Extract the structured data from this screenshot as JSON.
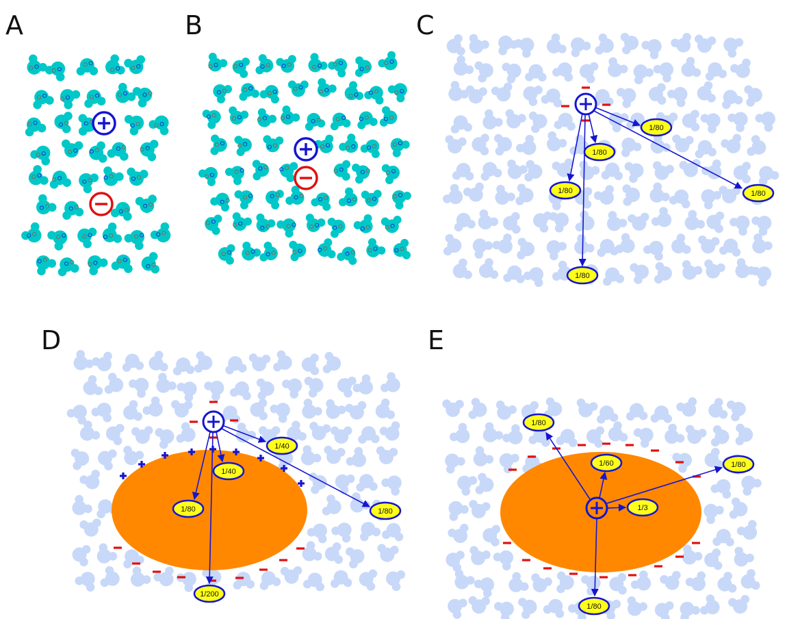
{
  "panels": {
    "A": {
      "letter": "A"
    },
    "B": {
      "letter": "B"
    },
    "C": {
      "letter": "C",
      "labels": [
        "1/80",
        "1/80",
        "1/80",
        "1/80",
        "1/80"
      ]
    },
    "D": {
      "letter": "D",
      "labels": [
        "1/40",
        "1/40",
        "1/80",
        "1/80",
        "1/200"
      ]
    },
    "E": {
      "letter": "E",
      "labels": [
        "1/80",
        "1/60",
        "1/3",
        "1/80",
        "1/80"
      ]
    }
  },
  "colors": {
    "water_dipole": "#00c8c8",
    "water_faded": "#c8d8f8",
    "positive": "#1515d0",
    "negative": "#e01010",
    "protein": "#ff8800",
    "label_fill": "#ffff1a",
    "label_stroke": "#1515d0"
  },
  "icons": {
    "positive_ion": "circled-plus-icon",
    "negative_ion": "circled-minus-icon",
    "water_molecule": "water-molecule-icon"
  }
}
